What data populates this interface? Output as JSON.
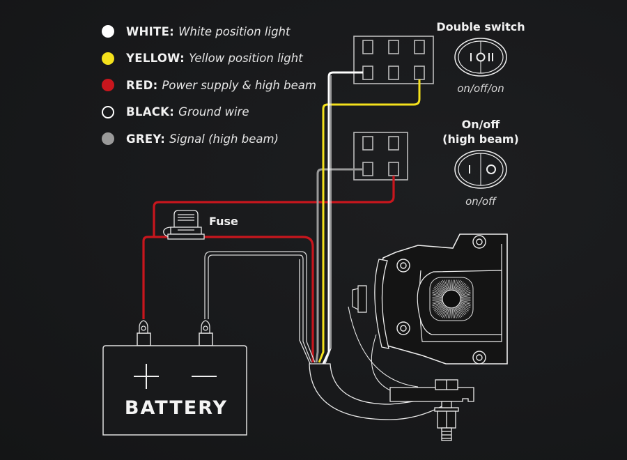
{
  "legend": [
    {
      "key": "WHITE:",
      "desc": "White position light",
      "color": "#ffffff",
      "outline": false
    },
    {
      "key": "YELLOW:",
      "desc": "Yellow position light",
      "color": "#f4e11c",
      "outline": false
    },
    {
      "key": "RED:",
      "desc": "Power supply & high beam",
      "color": "#c8161d",
      "outline": false
    },
    {
      "key": "BLACK:",
      "desc": "Ground wire",
      "color": "#18191b",
      "outline": true
    },
    {
      "key": "GREY:",
      "desc": "Signal (high beam)",
      "color": "#9a9a9a",
      "outline": false
    }
  ],
  "switches": {
    "double": {
      "title": "Double switch",
      "positions": "on/off/on",
      "glyphs": [
        "I",
        "O",
        "II"
      ]
    },
    "single": {
      "title_line1": "On/off",
      "title_line2": "(high beam)",
      "positions": "on/off",
      "glyphs": [
        "I",
        "O"
      ]
    }
  },
  "fuse": {
    "label": "Fuse"
  },
  "battery": {
    "label": "BATTERY",
    "plus": "+",
    "minus": "—"
  },
  "colors": {
    "background": "#18191b",
    "line": "#ffffff",
    "red": "#c8161d",
    "yellow": "#f4e11c",
    "grey": "#9a9a9a",
    "connector_outline": "#bdbdbd"
  }
}
